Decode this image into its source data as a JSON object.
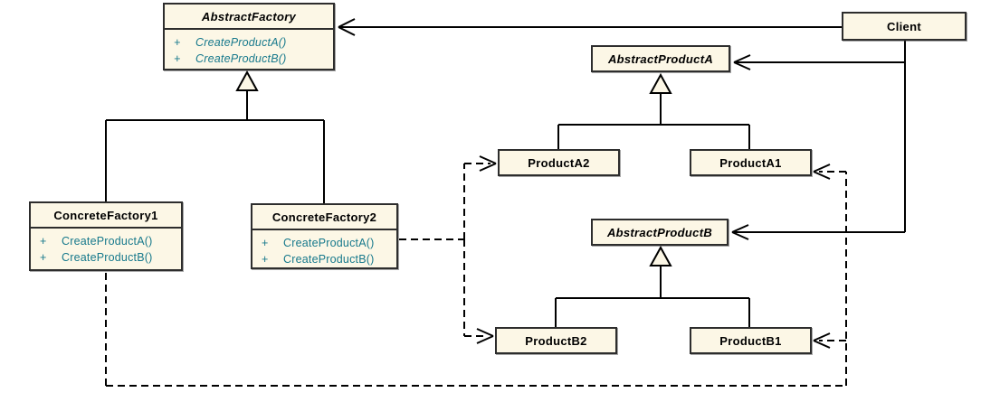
{
  "colors": {
    "box_fill": "#FCF7E6",
    "box_border": "#2D2D2D",
    "method_text": "#17798C",
    "title_text": "#000000",
    "line_color": "#000000"
  },
  "classes": {
    "abstract_factory": {
      "name": "AbstractFactory",
      "stereotype": "abstract",
      "methods": [
        {
          "vis": "+",
          "sig": "CreateProductA()"
        },
        {
          "vis": "+",
          "sig": "CreateProductB()"
        }
      ]
    },
    "client": {
      "name": "Client"
    },
    "abstract_product_a": {
      "name": "AbstractProductA",
      "stereotype": "abstract"
    },
    "product_a2": {
      "name": "ProductA2"
    },
    "product_a1": {
      "name": "ProductA1"
    },
    "abstract_product_b": {
      "name": "AbstractProductB",
      "stereotype": "abstract"
    },
    "concrete_factory_1": {
      "name": "ConcreteFactory1",
      "methods": [
        {
          "vis": "+",
          "sig": "CreateProductA()"
        },
        {
          "vis": "+",
          "sig": "CreateProductB()"
        }
      ]
    },
    "concrete_factory_2": {
      "name": "ConcreteFactory2",
      "methods": [
        {
          "vis": "+",
          "sig": "CreateProductA()"
        },
        {
          "vis": "+",
          "sig": "CreateProductB()"
        }
      ]
    },
    "product_b2": {
      "name": "ProductB2"
    },
    "product_b1": {
      "name": "ProductB1"
    }
  },
  "relationships": [
    {
      "from": "Client",
      "to": "AbstractFactory",
      "type": "association",
      "style": "solid-open-arrow"
    },
    {
      "from": "Client",
      "to": "AbstractProductA",
      "type": "association",
      "style": "solid-open-arrow"
    },
    {
      "from": "Client",
      "to": "AbstractProductB",
      "type": "association",
      "style": "solid-open-arrow"
    },
    {
      "from": "ConcreteFactory1",
      "to": "AbstractFactory",
      "type": "generalization",
      "style": "solid-hollow-triangle"
    },
    {
      "from": "ConcreteFactory2",
      "to": "AbstractFactory",
      "type": "generalization",
      "style": "solid-hollow-triangle"
    },
    {
      "from": "ProductA2",
      "to": "AbstractProductA",
      "type": "generalization",
      "style": "solid-hollow-triangle"
    },
    {
      "from": "ProductA1",
      "to": "AbstractProductA",
      "type": "generalization",
      "style": "solid-hollow-triangle"
    },
    {
      "from": "ProductB2",
      "to": "AbstractProductB",
      "type": "generalization",
      "style": "solid-hollow-triangle"
    },
    {
      "from": "ProductB1",
      "to": "AbstractProductB",
      "type": "generalization",
      "style": "solid-hollow-triangle"
    },
    {
      "from": "ConcreteFactory2",
      "to": "ProductA2",
      "type": "dependency",
      "style": "dashed-open-arrow"
    },
    {
      "from": "ConcreteFactory2",
      "to": "ProductB2",
      "type": "dependency",
      "style": "dashed-open-arrow"
    },
    {
      "from": "ConcreteFactory1",
      "to": "ProductA1",
      "type": "dependency",
      "style": "dashed-open-arrow"
    },
    {
      "from": "ConcreteFactory1",
      "to": "ProductB1",
      "type": "dependency",
      "style": "dashed-open-arrow"
    }
  ]
}
